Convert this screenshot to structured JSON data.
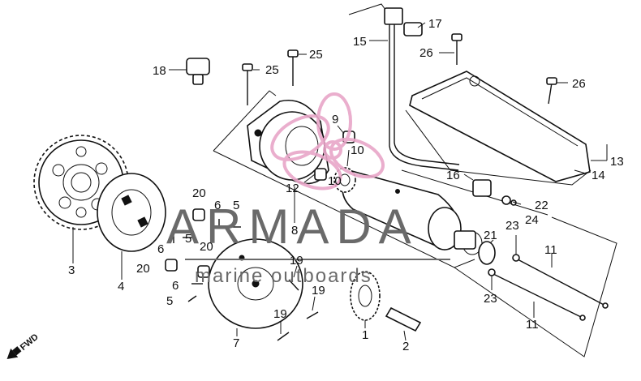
{
  "watermark": {
    "title": "ARMADA",
    "subtitle": "marine outboards",
    "logo_icon": "armada-flower-logo",
    "logo_color": "#e8a6c8",
    "text_color": "#6a6a6a"
  },
  "direction_marker": {
    "label": "FWD",
    "icon": "arrow-icon"
  },
  "callouts": {
    "c1": "1",
    "c2": "2",
    "c3": "3",
    "c4": "4",
    "c5a": "5",
    "c5b": "5",
    "c5c": "5",
    "c6a": "6",
    "c6b": "6",
    "c6c": "6",
    "c7": "7",
    "c8": "8",
    "c9": "9",
    "c10a": "10",
    "c10b": "10",
    "c11a": "11",
    "c11b": "11",
    "c12": "12",
    "c13": "13",
    "c14": "14",
    "c15": "15",
    "c16": "16",
    "c17": "17",
    "c18": "18",
    "c19a": "19",
    "c19b": "19",
    "c19c": "19",
    "c20a": "20",
    "c20b": "20",
    "c20c": "20",
    "c21": "21",
    "c22": "22",
    "c23a": "23",
    "c23b": "23",
    "c24": "24",
    "c25a": "25",
    "c25b": "25",
    "c26a": "26",
    "c26b": "26"
  }
}
